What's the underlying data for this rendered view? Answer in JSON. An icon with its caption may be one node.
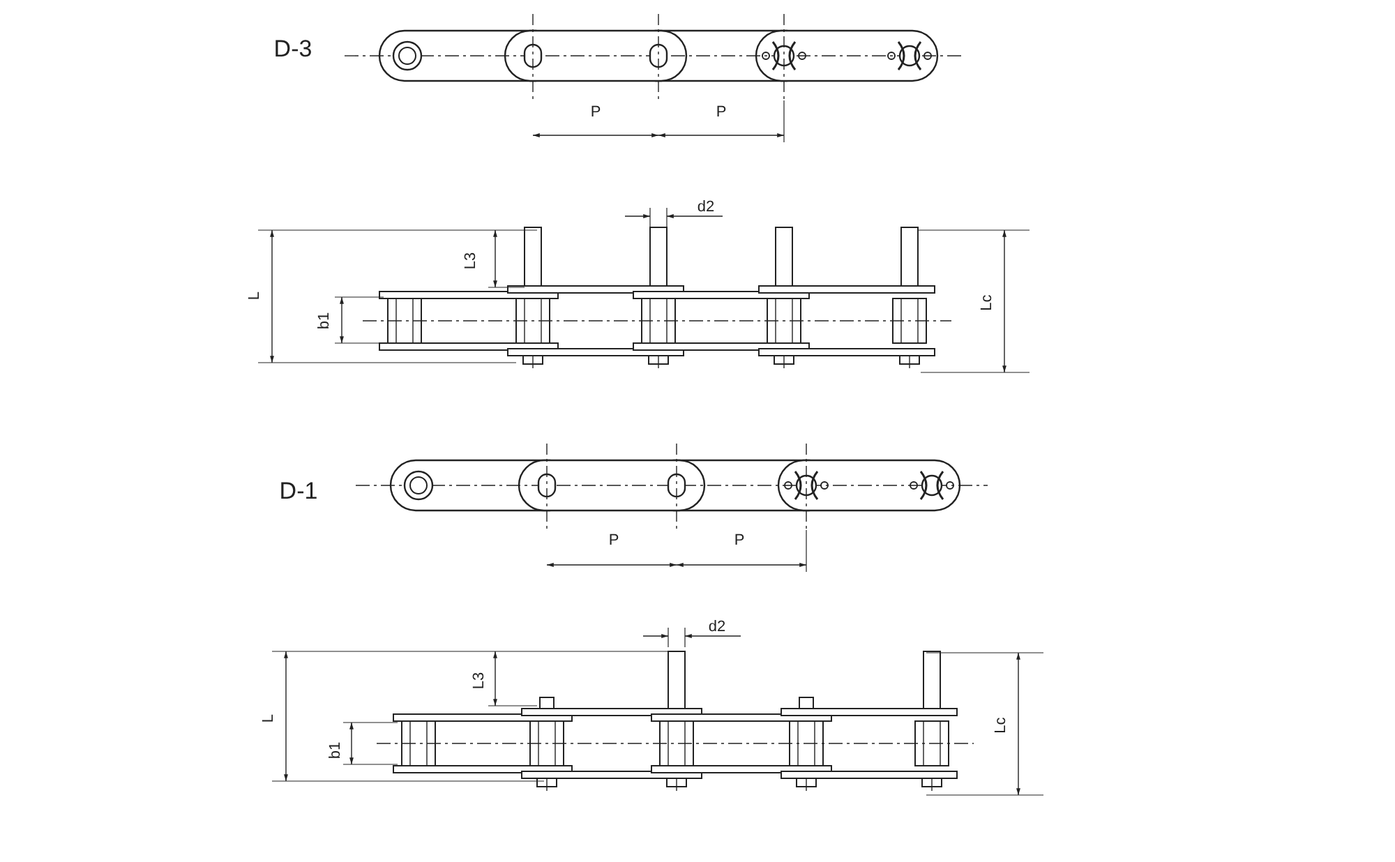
{
  "diagram": {
    "labels": [
      "D-3",
      "P",
      "P",
      "d2",
      "L3",
      "L",
      "b1",
      "Lc",
      "D-1",
      "P",
      "P",
      "d2",
      "L3",
      "L",
      "b1",
      "Lc"
    ]
  }
}
